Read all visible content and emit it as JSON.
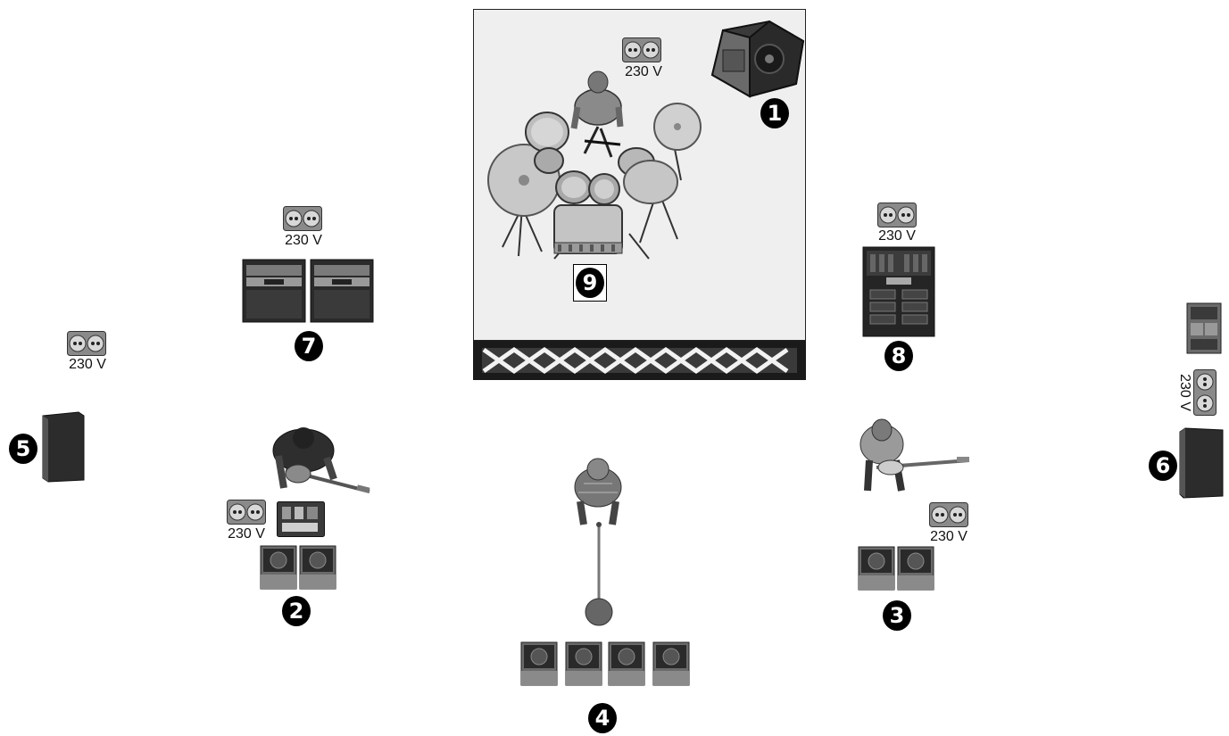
{
  "voltage_label": "230 V",
  "positions": [
    {
      "id": "1",
      "number": "1",
      "item": "drum-monitor-wedge"
    },
    {
      "id": "2",
      "number": "2",
      "item": "guitar-left-monitors"
    },
    {
      "id": "3",
      "number": "3",
      "item": "guitar-right-monitors"
    },
    {
      "id": "4",
      "number": "4",
      "item": "vocal-monitors"
    },
    {
      "id": "5",
      "number": "5",
      "item": "side-fill-left"
    },
    {
      "id": "6",
      "number": "6",
      "item": "side-fill-right"
    },
    {
      "id": "7",
      "number": "7",
      "item": "guitar-amp-stacks"
    },
    {
      "id": "8",
      "number": "8",
      "item": "bass-amp"
    },
    {
      "id": "9",
      "number": "9",
      "item": "drum-kit"
    }
  ],
  "colors": {
    "riser_fill": "#efefef",
    "badge": "#000000",
    "equipment_dark": "#2a2a2a",
    "equipment_mid": "#7a7a7a",
    "label_text": "#111111"
  }
}
